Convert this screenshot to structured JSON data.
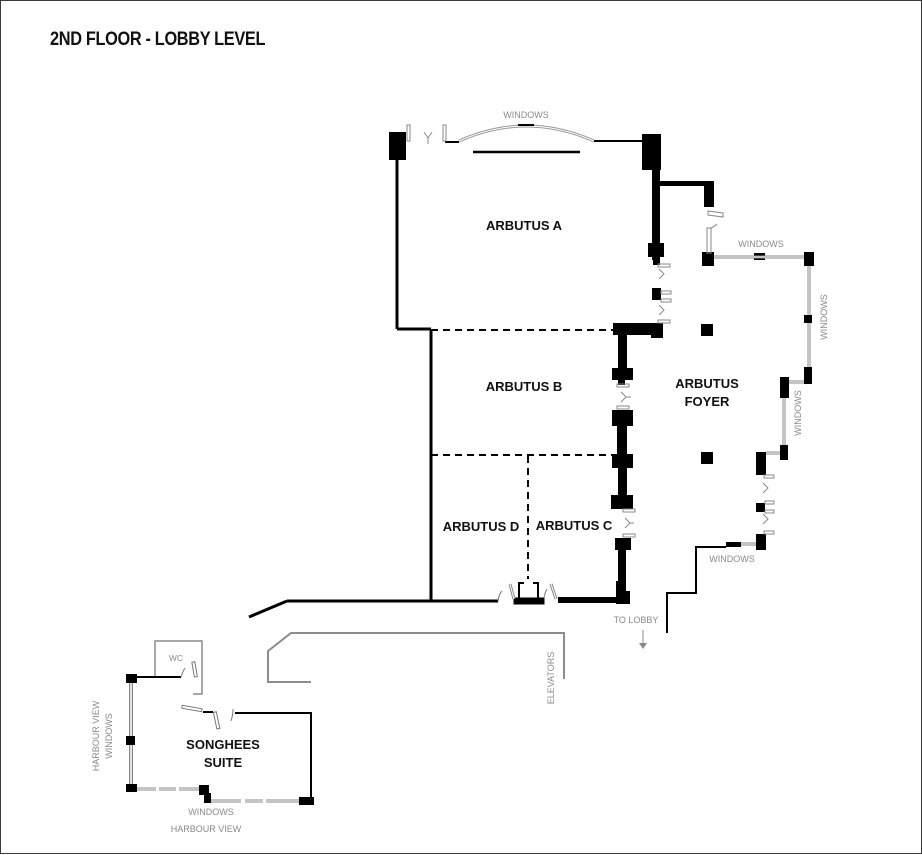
{
  "title": "2ND FLOOR - LOBBY LEVEL",
  "rooms": {
    "arbutus_a": "ARBUTUS A",
    "arbutus_b": "ARBUTUS B",
    "arbutus_c": "ARBUTUS C",
    "arbutus_d": "ARBUTUS D",
    "arbutus_foyer_line1": "ARBUTUS",
    "arbutus_foyer_line2": "FOYER",
    "songhees_line1": "SONGHEES",
    "songhees_line2": "SUITE",
    "wc": "WC"
  },
  "labels": {
    "windows_top": "WINDOWS",
    "windows_foyer_top": "WINDOWS",
    "windows_foyer_right": "WINDOWS",
    "windows_foyer_mid": "WINDOWS",
    "windows_foyer_bottom": "WINDOWS",
    "to_lobby": "TO LOBBY",
    "elevators": "ELEVATORS",
    "harbour_view_windows_line1": "HARBOUR VIEW",
    "harbour_view_windows_line2": "WINDOWS",
    "songhees_windows": "WINDOWS",
    "songhees_harbour_view": "HARBOUR VIEW"
  },
  "colors": {
    "wall": "#000000",
    "secondary_wall": "#8c8c8c",
    "label_gray": "#8a8a8a",
    "text": "#111111"
  }
}
